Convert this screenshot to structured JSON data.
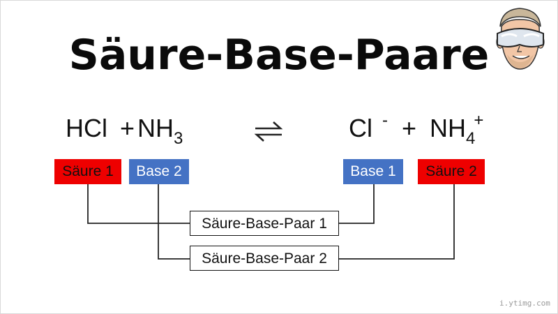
{
  "title": "Säure-Base-Paare",
  "equation": {
    "reactant1": "HCl",
    "plus1": "+",
    "reactant2_main": "NH",
    "reactant2_sub": "3",
    "arrow_icon": "equilibrium-arrows-icon",
    "product1_main": "Cl",
    "product1_sup": "-",
    "plus2": "+",
    "product2_main": "NH",
    "product2_sub": "4",
    "product2_sup": "+"
  },
  "labels": {
    "acid1": "Säure 1",
    "base2": "Base 2",
    "base1": "Base 1",
    "acid2": "Säure 2"
  },
  "pairs": {
    "pair1": "Säure-Base-Paar 1",
    "pair2": "Säure-Base-Paar 2"
  },
  "colors": {
    "acid": "#ee0000",
    "base": "#4472c4"
  },
  "credit": "i.ytimg.com"
}
